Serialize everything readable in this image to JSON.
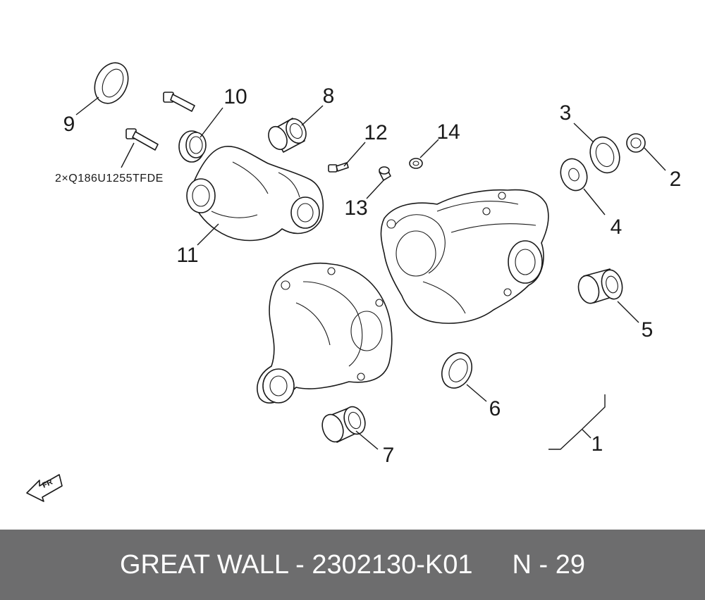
{
  "callouts": {
    "c1": "1",
    "c2": "2",
    "c3": "3",
    "c4": "4",
    "c5": "5",
    "c6": "6",
    "c7": "7",
    "c8": "8",
    "c9": "9",
    "c10": "10",
    "c11": "11",
    "c12": "12",
    "c13": "13",
    "c14": "14"
  },
  "note": "2×Q186U1255TFDE",
  "direction_badge": "FR",
  "footer": {
    "brand_part": "GREAT WALL - 2302130-K01",
    "page_ref": "N - 29"
  }
}
